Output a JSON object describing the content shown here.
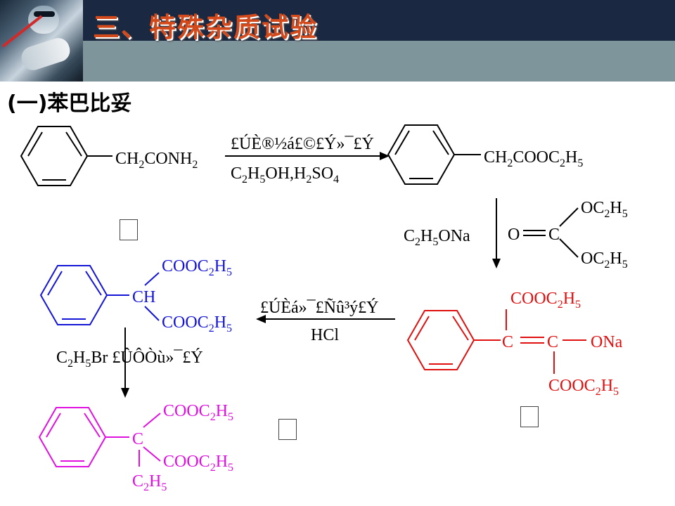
{
  "header": {
    "title": "三、特殊杂质试验"
  },
  "section": {
    "subtitle": "(一)苯巴比妥"
  },
  "step1": {
    "reactant_sub": "CH",
    "reactant_rest": "CONH",
    "reactant_n2": "2",
    "reactant_2": "2",
    "reagent_top": "£ÚÈ®½á£©£Ý»¯£Ý",
    "reagent_bottom_a": "C",
    "reagent_bottom_b": "H",
    "reagent_bottom_c": "OH,H",
    "reagent_bottom_d": "SO",
    "n2": "2",
    "n5": "5",
    "n4": "4",
    "product_a": "CH",
    "product_b": "COOC",
    "product_c": "H"
  },
  "step2": {
    "reagent_a": "C",
    "reagent_b": "H",
    "reagent_c": "ONa",
    "carbonate_o": "O",
    "carbonate_c": "C",
    "oc_a": "OC",
    "oc_b": "H",
    "n2": "2",
    "n5": "5"
  },
  "intermediate_red": {
    "cooc": "COOC",
    "h": "H",
    "n2": "2",
    "n5": "5",
    "c1": "C",
    "c2": "C",
    "ona": "ONa"
  },
  "step3": {
    "reagent_top": "£ÚÈá»¯£Ñû³ý£Ý",
    "reagent_bottom": "HCl"
  },
  "intermediate_blue": {
    "cooc": "COOC",
    "h": "H",
    "ch": "CH",
    "n2": "2",
    "n5": "5"
  },
  "step4": {
    "reagent_a": "C",
    "reagent_b": "H",
    "reagent_c": "Br",
    "reagent_garble": "£ÛÔÒù»¯£Ý",
    "n2": "2",
    "n5": "5"
  },
  "product_magenta": {
    "cooc": "COOC",
    "h": "H",
    "c": "C",
    "n2": "2",
    "n5": "5"
  },
  "colors": {
    "red": "#e01010",
    "blue": "#1515d8",
    "magenta": "#e010e0",
    "title": "#d24a1c"
  }
}
